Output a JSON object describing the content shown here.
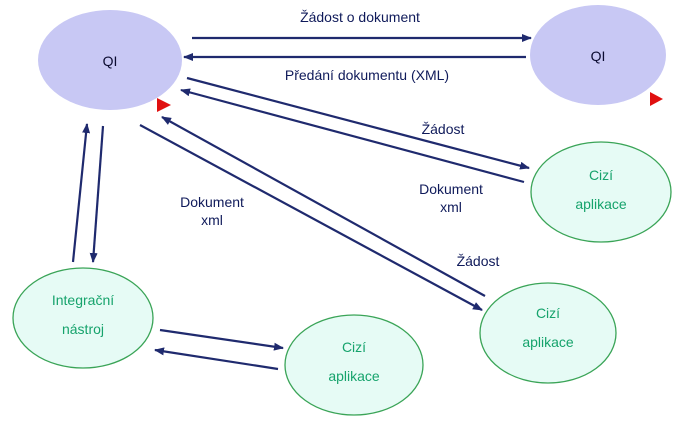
{
  "colors": {
    "qi_fill": "#c8c8f4",
    "app_fill": "#e6fbf5",
    "app_stroke": "#3aa457",
    "app_text": "#16a36c",
    "qi_text": "#0b0b30",
    "arrow": "#1f2a6e",
    "edge_text": "#0f1a5a",
    "marker": "#e01010"
  },
  "nodes": {
    "qi_main": {
      "label": "QI"
    },
    "qi_remote": {
      "label": "QI"
    },
    "app_1": {
      "line1": "Cizí",
      "line2": "aplikace"
    },
    "app_2": {
      "line1": "Cizí",
      "line2": "aplikace"
    },
    "app_3": {
      "line1": "Cizí",
      "line2": "aplikace"
    },
    "integration_tool": {
      "line1": "Integrační",
      "line2": "nástroj"
    }
  },
  "edges": {
    "request_document": "Žádost o dokument",
    "hand_over_document": "Předání dokumentu (XML)",
    "request_app1": "Žádost",
    "document_app1": {
      "line1": "Dokument",
      "line2": "xml"
    },
    "document_app2": {
      "line1": "Dokument",
      "line2": "xml"
    },
    "request_app2": "Žádost"
  }
}
